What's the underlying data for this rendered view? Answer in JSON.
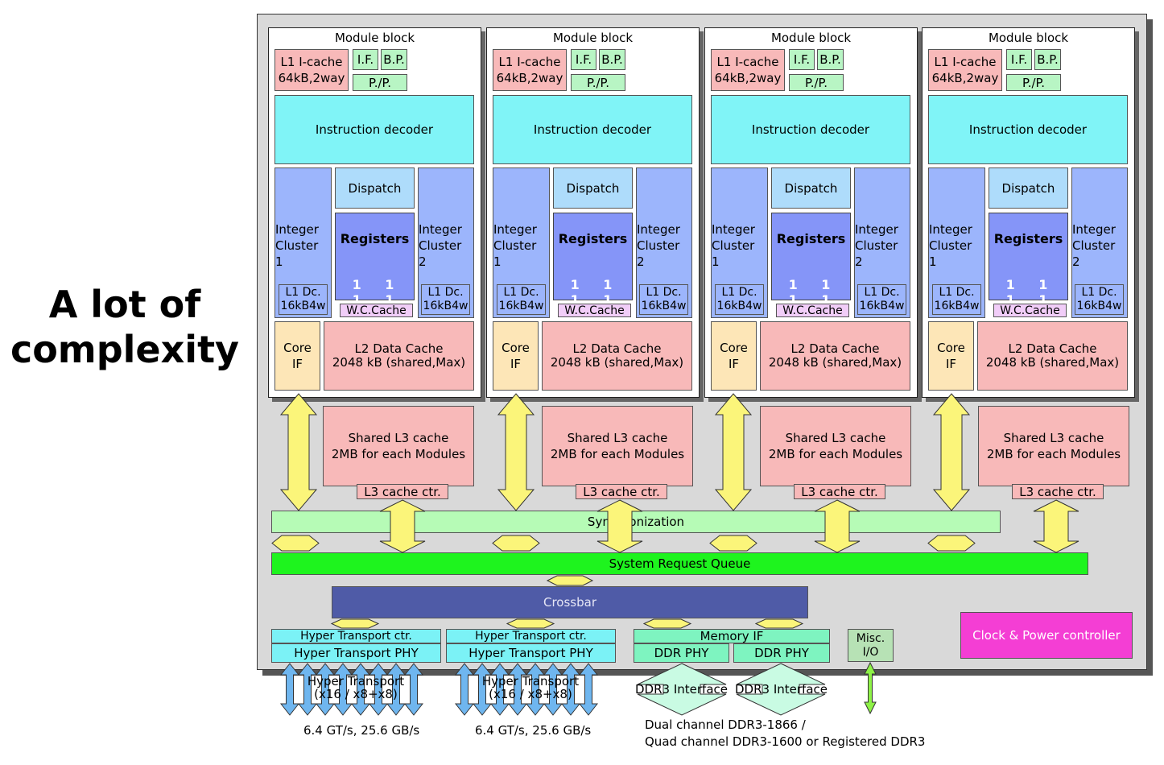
{
  "slide_title": "A lot of complexity",
  "modules": [
    {
      "label": "Module block"
    },
    {
      "label": "Module block"
    },
    {
      "label": "Module block"
    },
    {
      "label": "Module block"
    }
  ],
  "module_parts": {
    "l1_icache": [
      "L1 I-cache",
      "64kB,2way"
    ],
    "if": "I.F.",
    "bp": "B.P.",
    "pp": "P./P.",
    "decoder": "Instruction decoder",
    "dispatch": "Dispatch",
    "int1": [
      "Integer",
      "Cluster",
      "1"
    ],
    "int2": [
      "Integer",
      "Cluster",
      "2"
    ],
    "registers": "Registers",
    "reg_digits": "1 1 1 1",
    "l1d": [
      "L1 Dc.",
      "16kB4w"
    ],
    "wc_cache": "W.C.Cache",
    "core_if": [
      "Core",
      "IF"
    ],
    "l2": [
      "L2 Data Cache",
      "2048 kB (shared,Max)"
    ]
  },
  "l3": {
    "label": [
      "Shared L3 cache",
      "2MB for each Modules"
    ],
    "ctr": "L3 cache ctr."
  },
  "sync": "Synchronization",
  "srq": "System Request Queue",
  "crossbar": "Crossbar",
  "ht": {
    "ctr": "Hyper Transport ctr.",
    "phy": "Hyper Transport PHY",
    "link": [
      "Hyper Transport",
      "(x16 / x8+x8)"
    ],
    "speed": "6.4 GT/s, 25.6 GB/s"
  },
  "memory_if": "Memory IF",
  "ddr_phy": "DDR PHY",
  "ddr_interface": "DDR3 Interface",
  "ddr_note": [
    "Dual channel DDR3-1866 /",
    "Quad channel DDR3-1600 or Registered DDR3"
  ],
  "misc": [
    "Misc.",
    "I/O"
  ],
  "clock": "Clock & Power controller",
  "colors": {
    "chip_bg": "#d9d9d9",
    "l1": "#f8b9b9",
    "frontend": "#b8f5c4",
    "decoder": "#80f4f7",
    "integer": "#9cb5fc",
    "dispatch": "#aedcfb",
    "registers": "#8595f8",
    "wc": "#f1cdf8",
    "core_if": "#fde6b7",
    "sync": "#b6fbb6",
    "srq": "#1ef41e",
    "crossbar": "#4f5ba7",
    "ht": "#7bf2f6",
    "memory": "#7ef4c0",
    "clock": "#f43ed4",
    "arrow": "#fbf57a",
    "ht_arrow": "#6fb6ef"
  }
}
